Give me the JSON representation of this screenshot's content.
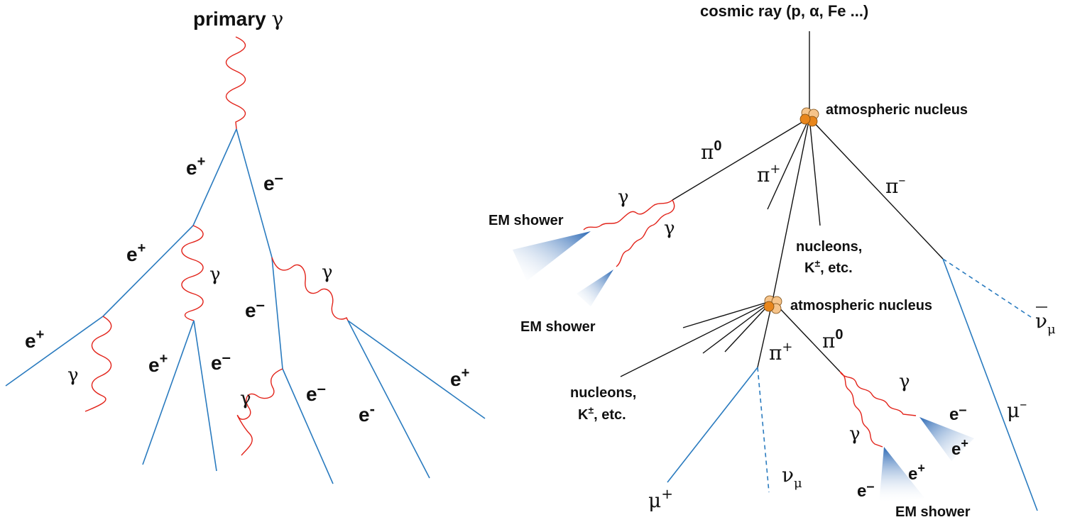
{
  "left": {
    "title_word": "primary",
    "title_symbol": "γ",
    "labels": {
      "ep1": "e",
      "ep1_sup": "+",
      "em1": "e",
      "em1_sup": "–",
      "ep2": "e",
      "ep2_sup": "+",
      "g1": "γ",
      "g2": "γ",
      "em2": "e",
      "em2_sup": "–",
      "ep3": "e",
      "ep3_sup": "+",
      "g3": "γ",
      "ep4": "e",
      "ep4_sup": "+",
      "em3": "e",
      "em3_sup": "–",
      "g4": "γ",
      "em4": "e",
      "em4_sup": "–",
      "em5": "e",
      "em5_sup": "-",
      "ep5": "e",
      "ep5_sup": "+"
    }
  },
  "right": {
    "cosmic_ray": "cosmic ray (p, α, Fe ...)",
    "atm1": "atmospheric nucleus",
    "atm2": "atmospheric nucleus",
    "pi0_a": "π",
    "pi0_a_sup": "0",
    "piplus_a": "π",
    "piplus_a_sup": "+",
    "piminus": "π",
    "piminus_sup": "–",
    "gamma_a": "γ",
    "gamma_b": "γ",
    "em_shower_1": "EM shower",
    "em_shower_2": "EM shower",
    "em_shower_3": "EM shower",
    "nucleons_1_line1": "nucleons,",
    "nucleons_1_k": "K",
    "nucleons_1_k_sup": "±",
    "nucleons_1_etc": ",   etc.",
    "nucleons_2_line1": "nucleons,",
    "nucleons_2_k": "K",
    "nucleons_2_k_sup": "±",
    "nucleons_2_etc": ",   etc.",
    "nubar_mu": "ν",
    "nubar_mu_sub": "μ",
    "mu_minus": "μ",
    "mu_minus_sup": "–",
    "piplus_b": "π",
    "piplus_b_sup": "+",
    "pi0_b": "π",
    "pi0_b_sup": "0",
    "gamma_c": "γ",
    "gamma_d": "γ",
    "em_c": "e",
    "em_c_sup": "–",
    "ep_c": "e",
    "ep_c_sup": "+",
    "ep_d": "e",
    "ep_d_sup": "+",
    "em_d": "e",
    "em_d_sup": "–",
    "mu_plus": "μ",
    "mu_plus_sup": "+",
    "nu_mu": "ν",
    "nu_mu_sub": "μ"
  },
  "colors": {
    "electron_track": "#2a7bbf",
    "photon": "#e2231a",
    "hadron": "#111111",
    "nucleus_dark": "#e8861c",
    "nucleus_light": "#f6c48a",
    "shower": "#2a6fbf"
  }
}
